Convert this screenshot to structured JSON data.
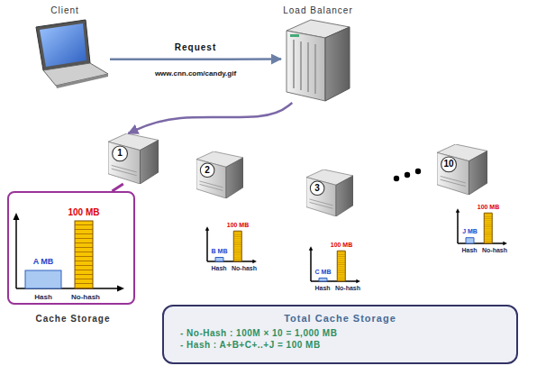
{
  "diagram": {
    "nodes": [
      {
        "text": [
          "Client"
        ]
      },
      {
        "text": [
          "Load Balancer"
        ]
      },
      {
        "text": [
          "1"
        ]
      },
      {
        "text": [
          "2"
        ]
      },
      {
        "text": [
          "3"
        ]
      },
      {
        "text": [
          "10"
        ]
      },
      {
        "text": [
          "Cache Storage"
        ]
      },
      {
        "text": [
          "Total Cache Storage",
          "- No-Hash : 100M × 10 = 1,000 MB",
          "- Hash : A+B+C+..+J = 100 MB"
        ]
      }
    ],
    "edges": [
      {
        "from": 0,
        "to": 1,
        "arrow": "to",
        "label": "Request"
      },
      {
        "from": 1,
        "to": 2,
        "arrow": "to"
      },
      {
        "from": 2,
        "to": 6,
        "arrow": "none"
      }
    ],
    "labels": [
      "www.cnn.com/candy.gif",
      "A MB",
      "100 MB",
      "Hash",
      "No-hash",
      "B MB",
      "100 MB",
      "Hash",
      "No-hash",
      "C MB",
      "100 MB",
      "Hash",
      "No-hash",
      "J MB",
      "100 MB",
      "Hash",
      "No-hash"
    ]
  }
}
